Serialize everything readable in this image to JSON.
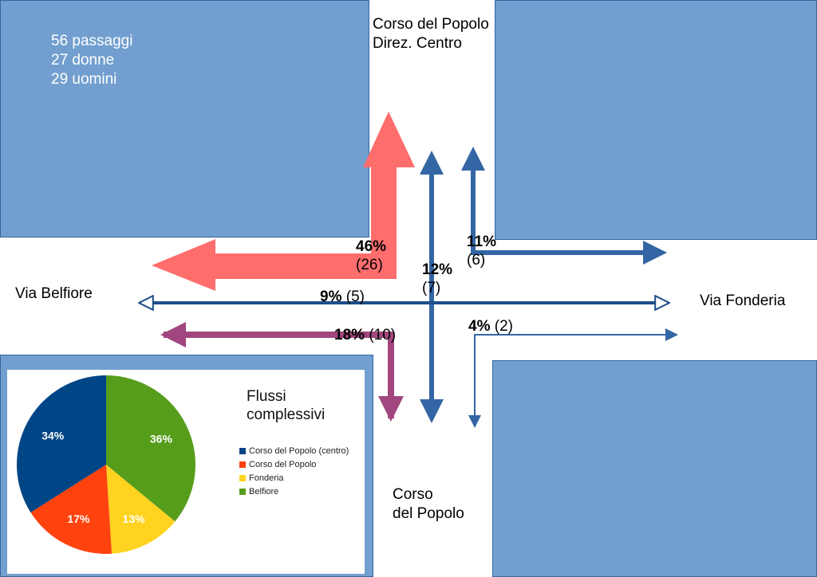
{
  "stats": {
    "passages": "56 passaggi",
    "women": "27 donne",
    "men": "29 uomini"
  },
  "streets": {
    "top": [
      "Corso del Popolo",
      "Direz. Centro"
    ],
    "bottom": [
      "Corso",
      "del Popolo"
    ],
    "left": "Via Belfiore",
    "right": "Via Fonderia"
  },
  "flows": [
    {
      "id": "red",
      "pct": "46%",
      "count": "(26)",
      "color": "#ff6d6d"
    },
    {
      "id": "straight",
      "pct": "12%",
      "count": "(7)",
      "color": "#3465a4"
    },
    {
      "id": "right-top",
      "pct": "11%",
      "count": "(6)",
      "color": "#3465a4"
    },
    {
      "id": "cross",
      "pct": "9%",
      "count": "(5)",
      "color": "#1c4e89"
    },
    {
      "id": "purple",
      "pct": "18%",
      "count": "(10)",
      "color": "#a1467e"
    },
    {
      "id": "right-bottom",
      "pct": "4%",
      "count": "(2)",
      "color": "#3465a4"
    }
  ],
  "chart_data": {
    "type": "pie",
    "title": "Flussi complessivi",
    "categories": [
      "Corso del Popolo (centro)",
      "Corso del Popolo",
      "Fonderia",
      "Belfiore"
    ],
    "values": [
      34,
      17,
      13,
      36
    ],
    "labels": [
      "34%",
      "17%",
      "13%",
      "36%"
    ],
    "colors": [
      "#004586",
      "#ff420e",
      "#ffd320",
      "#579d1c"
    ],
    "legend": "right"
  }
}
